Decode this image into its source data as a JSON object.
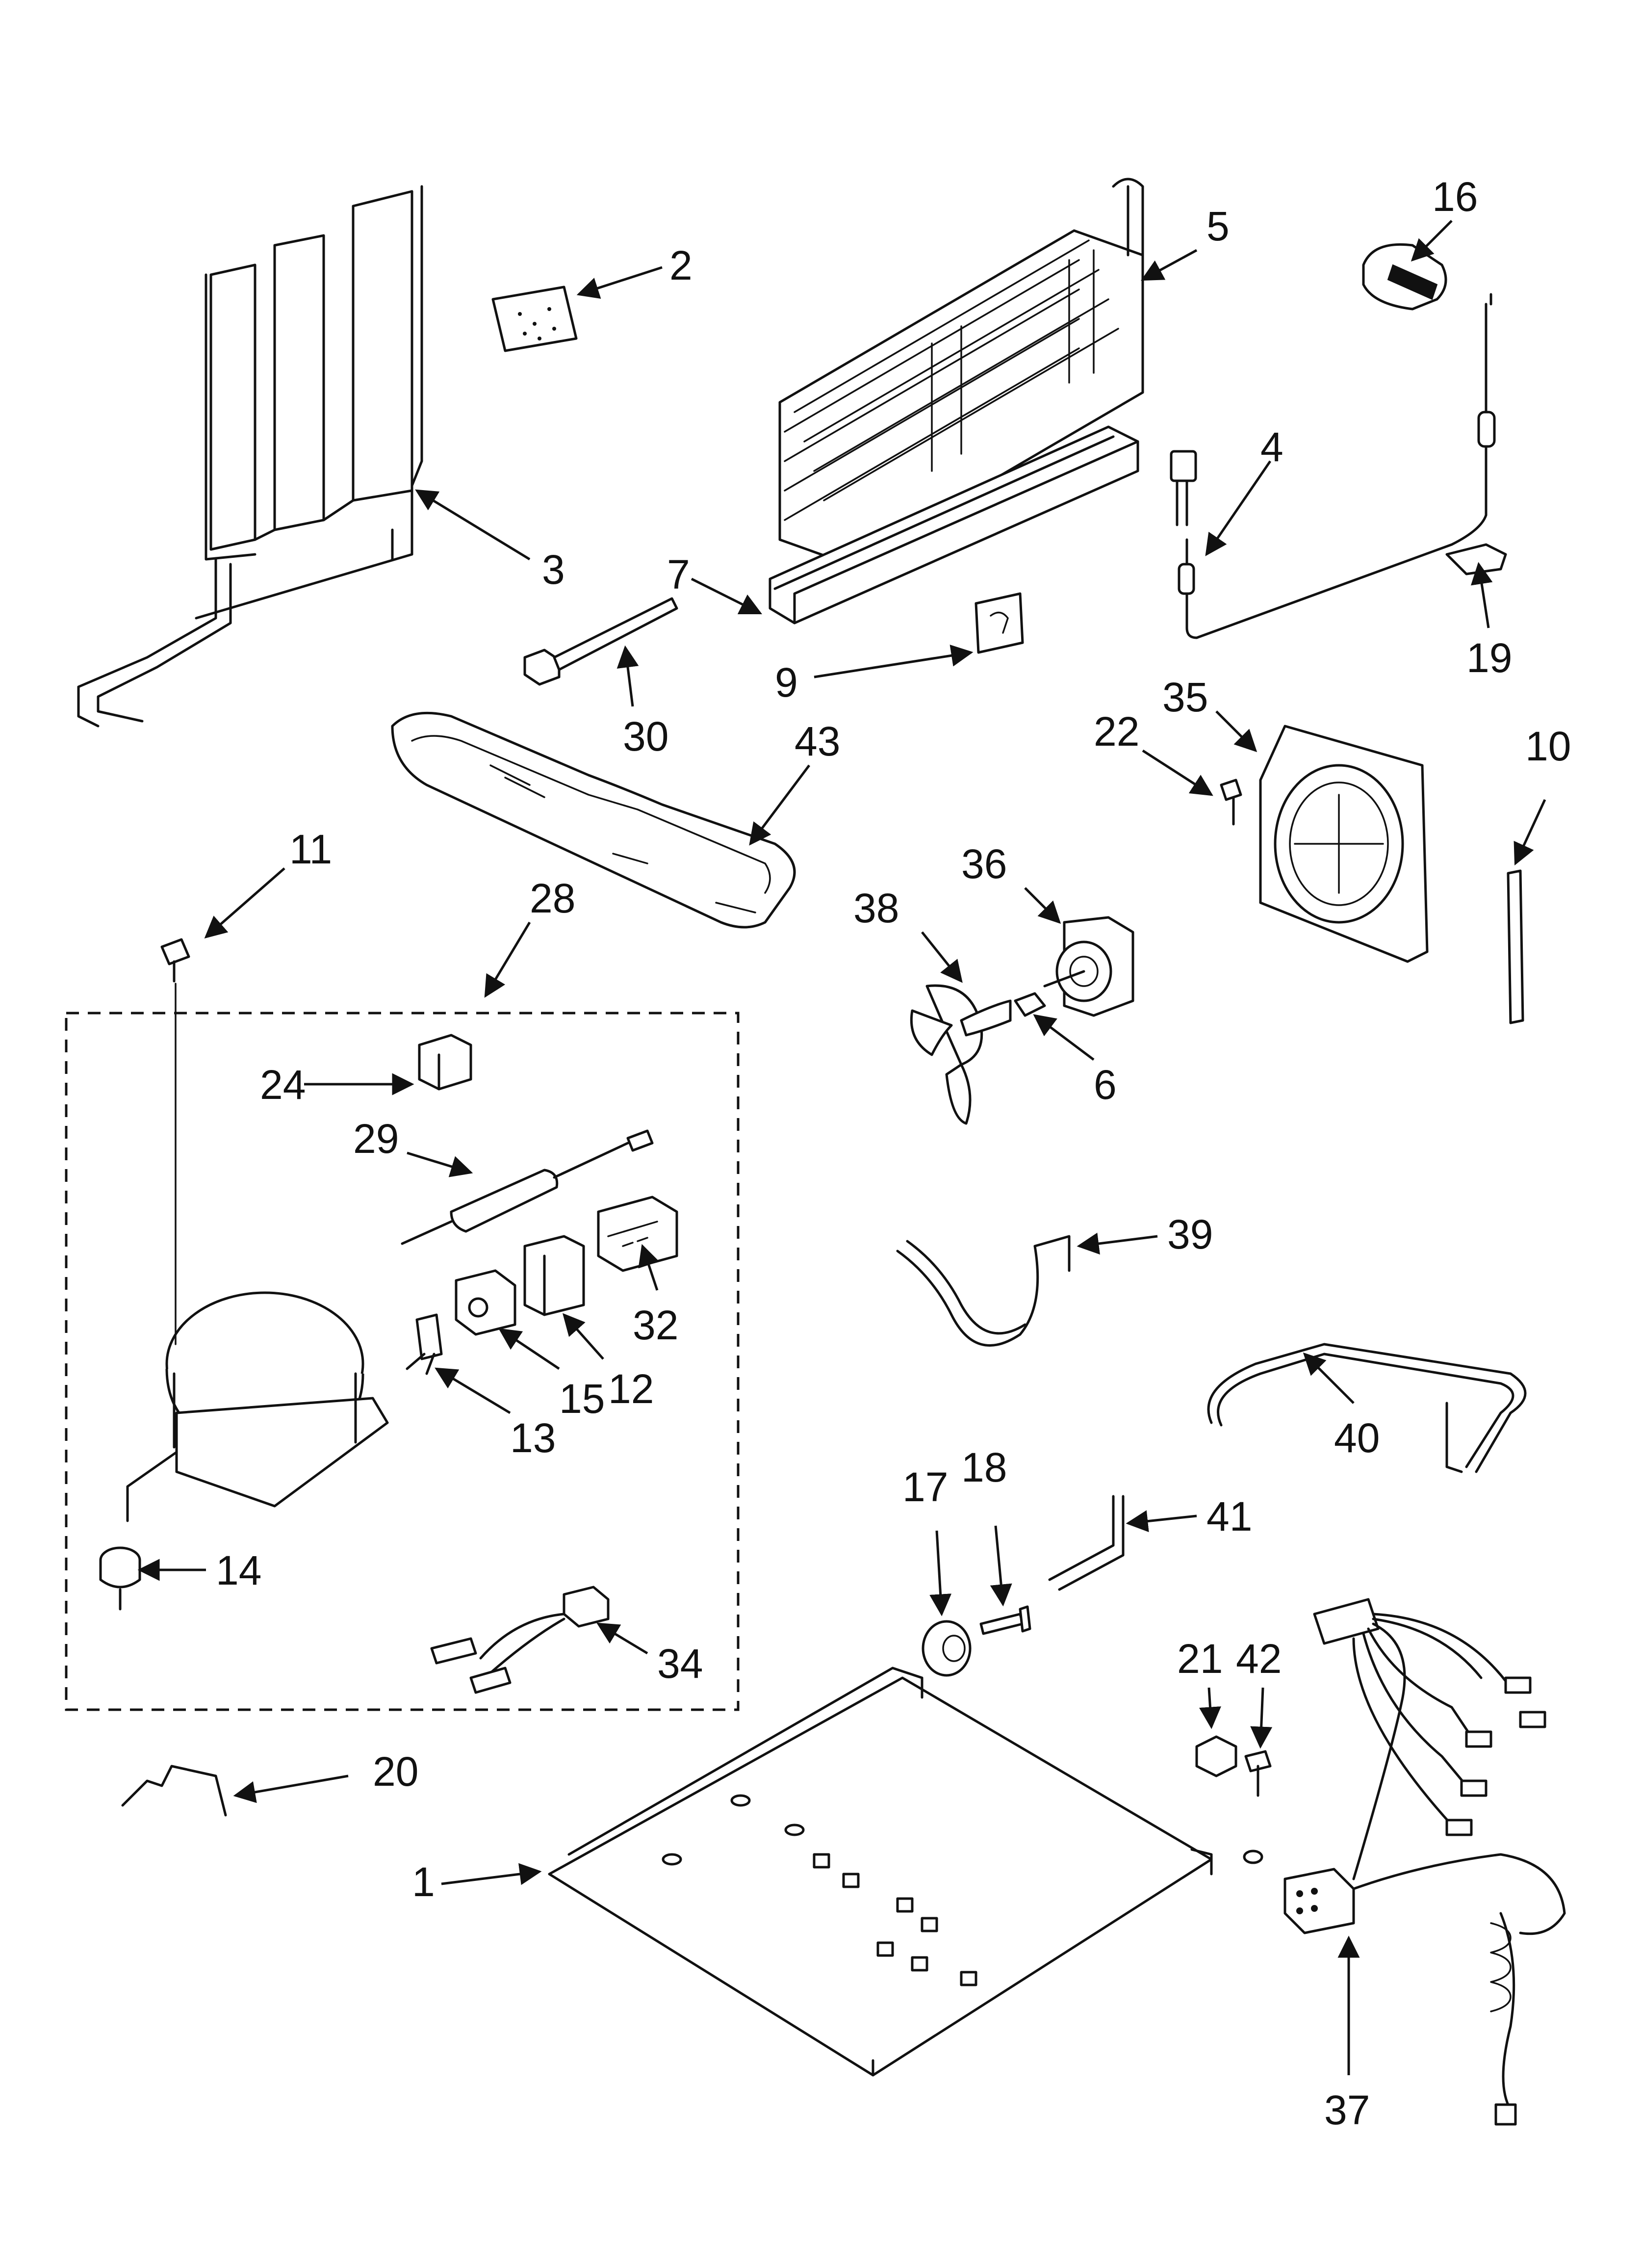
{
  "callouts": {
    "c1": "1",
    "c2": "2",
    "c3": "3",
    "c4": "4",
    "c5": "5",
    "c6": "6",
    "c7": "7",
    "c9": "9",
    "c10": "10",
    "c11": "11",
    "c12": "12",
    "c13": "13",
    "c14": "14",
    "c15": "15",
    "c16": "16",
    "c17": "17",
    "c18": "18",
    "c19": "19",
    "c20": "20",
    "c21": "21",
    "c22": "22",
    "c24": "24",
    "c28": "28",
    "c29": "29",
    "c30": "30",
    "c32": "32",
    "c34": "34",
    "c35": "35",
    "c36": "36",
    "c37": "37",
    "c38": "38",
    "c39": "39",
    "c40": "40",
    "c41": "41",
    "c42": "42",
    "c43": "43"
  },
  "colors": {
    "ink": "#111111",
    "paper": "#ffffff"
  }
}
